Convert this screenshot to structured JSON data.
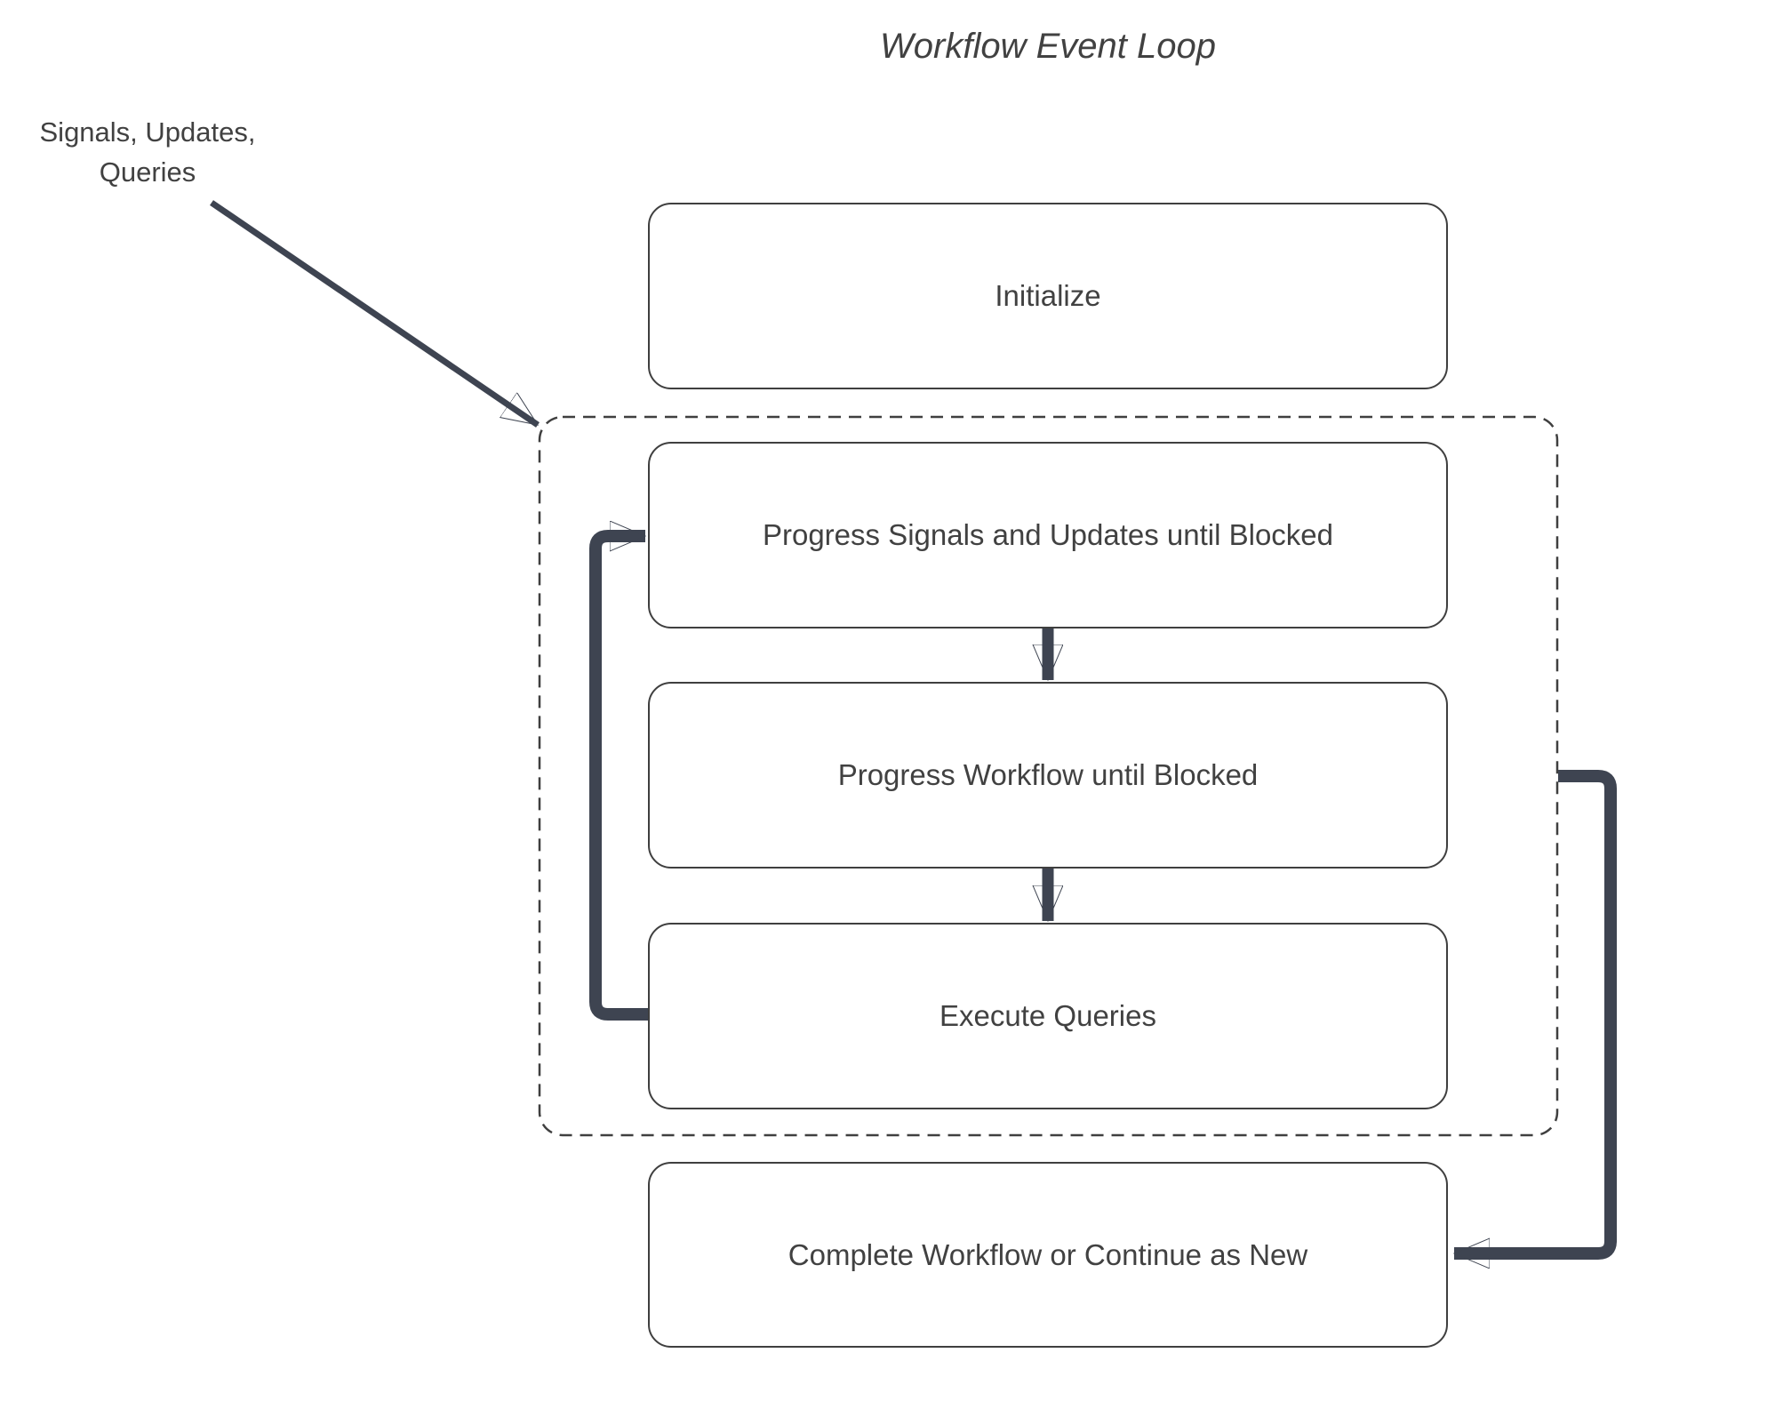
{
  "title": "Workflow Event Loop",
  "external_input": {
    "line1": "Signals, Updates,",
    "line2": "Queries"
  },
  "nodes": {
    "initialize": {
      "label": "Initialize"
    },
    "progress_signals": {
      "label": "Progress Signals and Updates until Blocked"
    },
    "progress_workflow": {
      "label": "Progress Workflow until Blocked"
    },
    "execute_queries": {
      "label": "Execute Queries"
    },
    "complete_workflow": {
      "label": "Complete Workflow or Continue as New"
    }
  },
  "edges": [
    {
      "from": "external-input-label",
      "to": "event-loop-container",
      "type": "straight-arrow"
    },
    {
      "from": "progress_signals",
      "to": "progress_workflow",
      "type": "down-arrow"
    },
    {
      "from": "progress_workflow",
      "to": "execute_queries",
      "type": "down-arrow"
    },
    {
      "from": "execute_queries",
      "to": "progress_signals",
      "type": "loop-back-arrow"
    },
    {
      "from": "event-loop-container",
      "to": "complete_workflow",
      "type": "elbow-arrow"
    }
  ],
  "colors": {
    "arrow": "#3e4451",
    "border": "#3f3f3f",
    "text": "#414141",
    "bg": "#ffffff"
  }
}
